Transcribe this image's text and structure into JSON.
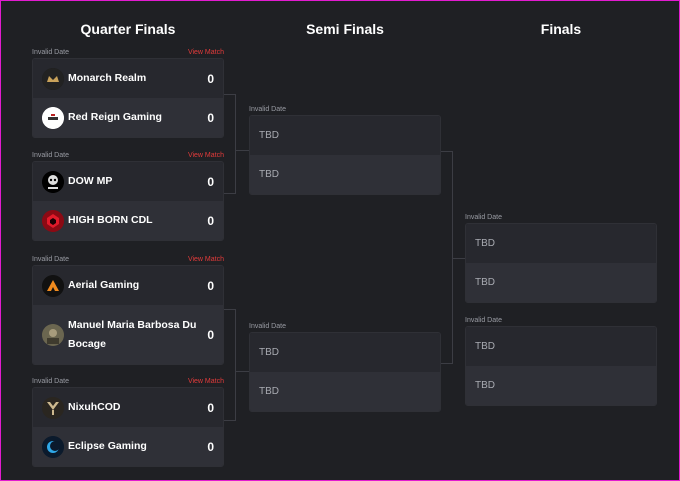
{
  "rounds": {
    "quarter": "Quarter Finals",
    "semi": "Semi Finals",
    "finals": "Finals"
  },
  "quarter_matches": [
    {
      "date": "Invalid Date",
      "view": "View Match",
      "team1": {
        "name": "Monarch Realm",
        "score": "0",
        "icon": "monarch-realm-logo"
      },
      "team2": {
        "name": "Red Reign Gaming",
        "score": "0",
        "icon": "red-reign-gaming-logo"
      }
    },
    {
      "date": "Invalid Date",
      "view": "View Match",
      "team1": {
        "name": "DOW MP",
        "score": "0",
        "icon": "dow-mp-logo"
      },
      "team2": {
        "name": "HIGH BORN CDL",
        "score": "0",
        "icon": "high-born-cdl-logo"
      }
    },
    {
      "date": "Invalid Date",
      "view": "View Match",
      "team1": {
        "name": "Aerial Gaming",
        "score": "0",
        "icon": "aerial-gaming-logo"
      },
      "team2": {
        "name": "Manuel Maria Barbosa Du Bocage",
        "score": "0",
        "icon": "bocage-logo"
      }
    },
    {
      "date": "Invalid Date",
      "view": "View Match",
      "team1": {
        "name": "NixuhCOD",
        "score": "0",
        "icon": "nixuhcod-logo"
      },
      "team2": {
        "name": "Eclipse Gaming",
        "score": "0",
        "icon": "eclipse-gaming-logo"
      }
    }
  ],
  "semi_matches": [
    {
      "date": "Invalid Date",
      "team1": "TBD",
      "team2": "TBD"
    },
    {
      "date": "Invalid Date",
      "team1": "TBD",
      "team2": "TBD"
    }
  ],
  "final_matches": [
    {
      "date": "Invalid Date",
      "team1": "TBD",
      "team2": "TBD"
    },
    {
      "date": "Invalid Date",
      "team1": "TBD",
      "team2": "TBD"
    }
  ],
  "colors": {
    "background": "#1f2024",
    "row_top": "#27282e",
    "row_bottom": "#2f3037",
    "view_match": "#e23b3b",
    "frame": "#e21bd0"
  }
}
